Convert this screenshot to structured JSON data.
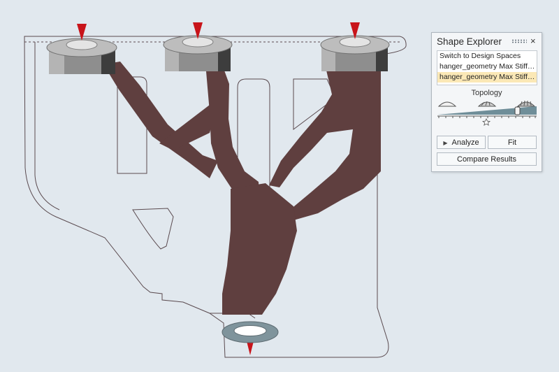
{
  "viewport": {
    "background": "#e1e8ee",
    "part_outline_color": "#5a4a4f",
    "topology_color": "#5f3f3f",
    "load_arrow_color": "#c8141a",
    "fastener_color": "#9a9a9a",
    "washer_color": "#7f949c"
  },
  "shape_explorer": {
    "title": "Shape Explorer",
    "grip_icon": "grip-dots-icon",
    "close_symbol": "×",
    "list_items": [
      {
        "label": "Switch to Design Spaces",
        "selected": false
      },
      {
        "label": "hanger_geometry Max Stiffness",
        "selected": false
      },
      {
        "label": "hanger_geometry Max Stiffness",
        "selected": true
      }
    ],
    "topology_label": "Topology",
    "slider_icons": [
      "dome-low-icon",
      "dome-mid-icon",
      "dome-high-icon"
    ],
    "slider_level": 0.82,
    "analyze_label": "Analyze",
    "fit_label": "Fit",
    "compare_label": "Compare Results"
  }
}
